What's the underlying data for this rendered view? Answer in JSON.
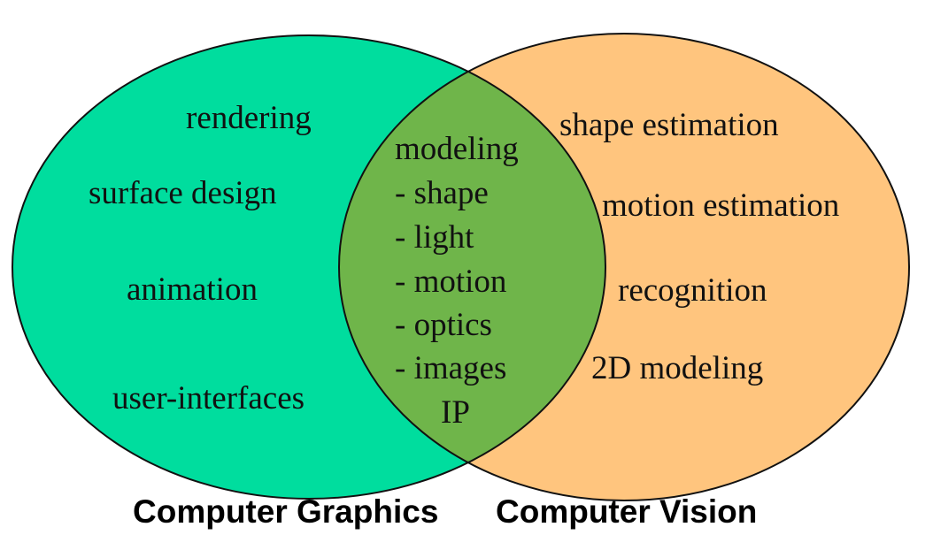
{
  "colors": {
    "graphics_fill": "#00DD9E",
    "vision_fill": "#FFC57E",
    "overlap_fill": "#6FB54A",
    "outline": "#111111"
  },
  "graphics": {
    "label": "Computer Graphics",
    "items": [
      "rendering",
      "surface design",
      "animation",
      "user-interfaces"
    ]
  },
  "vision": {
    "label": "Computer Vision",
    "items": [
      "shape estimation",
      "motion estimation",
      "recognition",
      "2D modeling"
    ]
  },
  "overlap": {
    "items": [
      "modeling",
      "- shape",
      "- light",
      "- motion",
      "- optics",
      "- images",
      "IP"
    ]
  }
}
